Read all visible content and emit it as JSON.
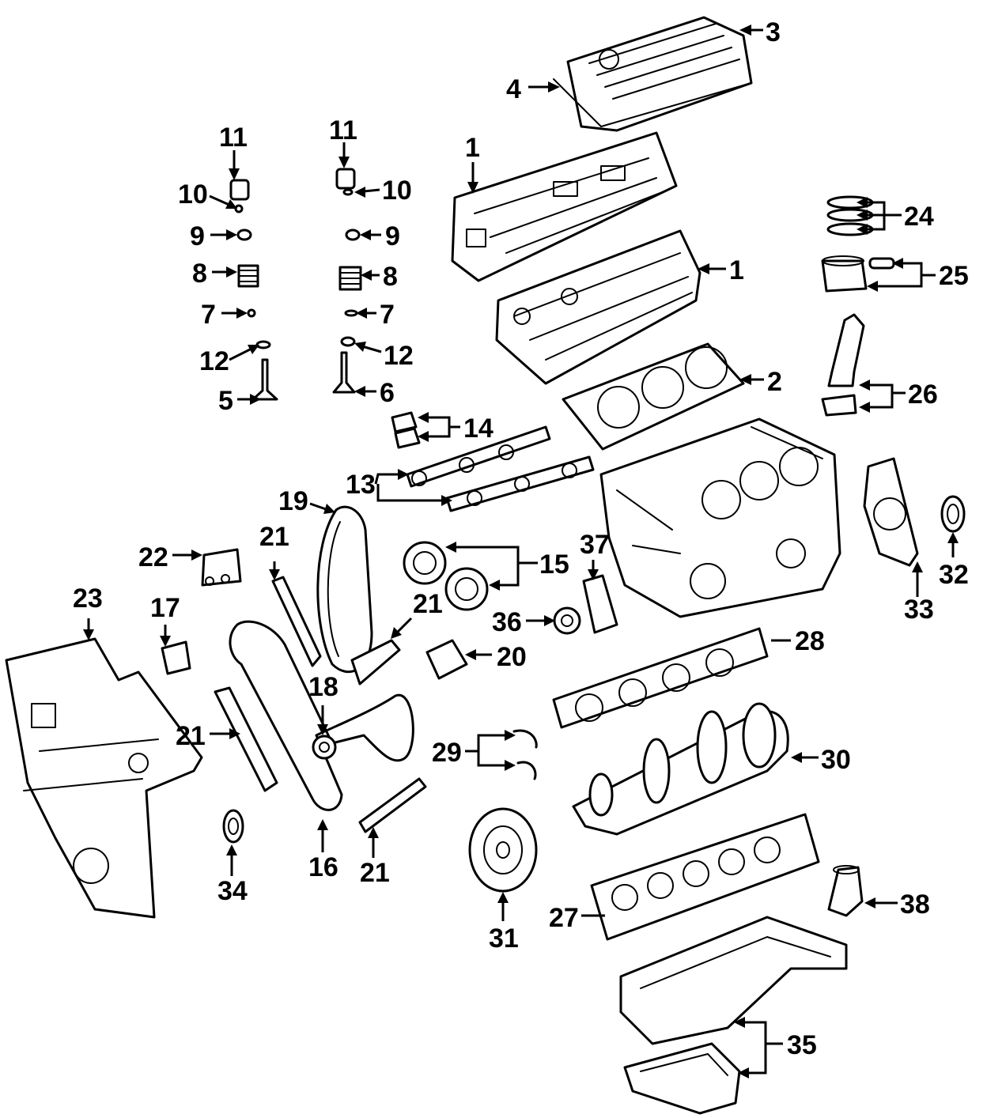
{
  "diagram": {
    "callouts": {
      "c1a": "1",
      "c1b": "1",
      "c2": "2",
      "c3": "3",
      "c4": "4",
      "c5": "5",
      "c6": "6",
      "c7a": "7",
      "c7b": "7",
      "c8a": "8",
      "c8b": "8",
      "c9a": "9",
      "c9b": "9",
      "c10a": "10",
      "c10b": "10",
      "c11a": "11",
      "c11b": "11",
      "c12a": "12",
      "c12b": "12",
      "c13": "13",
      "c14": "14",
      "c15": "15",
      "c16": "16",
      "c17": "17",
      "c18": "18",
      "c19": "19",
      "c20": "20",
      "c21a": "21",
      "c21b": "21",
      "c21c": "21",
      "c21d": "21",
      "c22": "22",
      "c23": "23",
      "c24": "24",
      "c25": "25",
      "c26": "26",
      "c27": "27",
      "c28": "28",
      "c29": "29",
      "c30": "30",
      "c31": "31",
      "c32": "32",
      "c33": "33",
      "c34": "34",
      "c35": "35",
      "c36": "36",
      "c37": "37",
      "c38": "38"
    }
  }
}
